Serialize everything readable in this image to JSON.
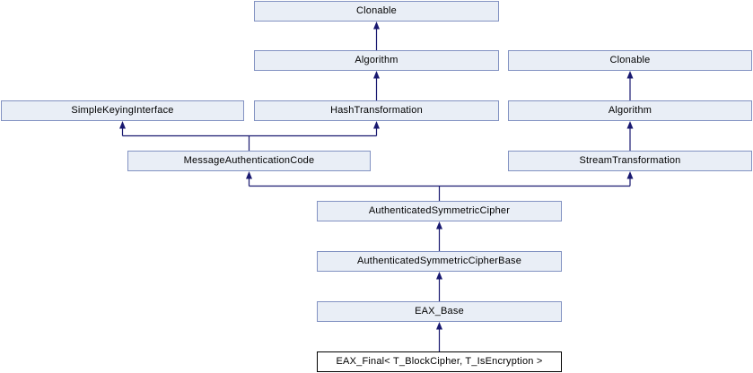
{
  "diagram": {
    "type": "class-inheritance-graph",
    "current_class": "EAX_Final< T_BlockCipher, T_IsEncryption >",
    "nodes": [
      {
        "id": "clonable-top",
        "label": "Clonable"
      },
      {
        "id": "algorithm-center",
        "label": "Algorithm"
      },
      {
        "id": "clonable-right",
        "label": "Clonable"
      },
      {
        "id": "simple-keying-interface",
        "label": "SimpleKeyingInterface"
      },
      {
        "id": "hash-transformation",
        "label": "HashTransformation"
      },
      {
        "id": "algorithm-right",
        "label": "Algorithm"
      },
      {
        "id": "message-authentication-code",
        "label": "MessageAuthenticationCode"
      },
      {
        "id": "stream-transformation",
        "label": "StreamTransformation"
      },
      {
        "id": "authenticated-symmetric-cipher",
        "label": "AuthenticatedSymmetricCipher"
      },
      {
        "id": "authenticated-symmetric-cipher-base",
        "label": "AuthenticatedSymmetricCipherBase"
      },
      {
        "id": "eax-base",
        "label": "EAX_Base"
      },
      {
        "id": "eax-final",
        "label": "EAX_Final< T_BlockCipher, T_IsEncryption >",
        "current": true
      }
    ],
    "edges": [
      {
        "child": "algorithm-center",
        "parent": "clonable-top"
      },
      {
        "child": "hash-transformation",
        "parent": "algorithm-center"
      },
      {
        "child": "algorithm-right",
        "parent": "clonable-right"
      },
      {
        "child": "stream-transformation",
        "parent": "algorithm-right"
      },
      {
        "child": "message-authentication-code",
        "parent": "simple-keying-interface"
      },
      {
        "child": "message-authentication-code",
        "parent": "hash-transformation"
      },
      {
        "child": "authenticated-symmetric-cipher",
        "parent": "message-authentication-code"
      },
      {
        "child": "authenticated-symmetric-cipher",
        "parent": "stream-transformation"
      },
      {
        "child": "authenticated-symmetric-cipher-base",
        "parent": "authenticated-symmetric-cipher"
      },
      {
        "child": "eax-base",
        "parent": "authenticated-symmetric-cipher-base"
      },
      {
        "child": "eax-final",
        "parent": "eax-base"
      }
    ],
    "colors": {
      "background": "#FFFFFF",
      "node_fill": "#E9EEF6",
      "node_border": "#8292C2",
      "current_node_fill": "#FFFFFF",
      "current_node_border": "#000000",
      "arrow": "#191970",
      "text": "#000000"
    }
  }
}
